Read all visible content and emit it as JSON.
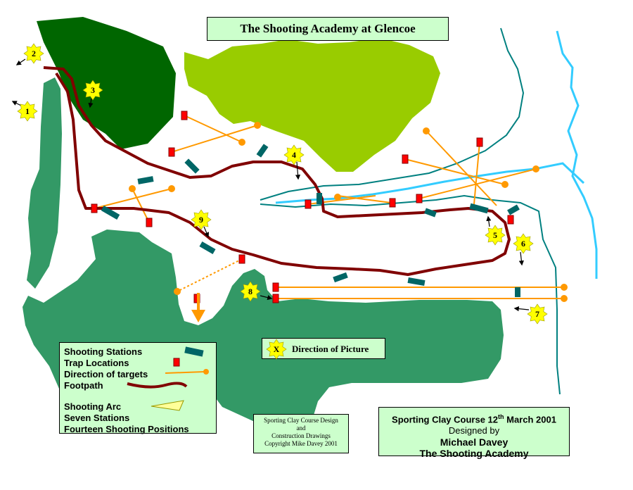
{
  "map": {
    "title": "The Shooting Academy at Glencoe",
    "colors": {
      "dark_woodland": "#006600",
      "woodland": "#339966",
      "light_woodland": "#99cc00",
      "footpath": "#800000",
      "targets": "#ff9900",
      "stream": "#33ccff",
      "river_teal": "#008080",
      "shooting_station": "#006666",
      "trap": "#ff0000",
      "panel": "#ccffcc",
      "station_star": "#ffff00"
    },
    "stations": [
      {
        "label": "1",
        "icon": "yellow-star-icon"
      },
      {
        "label": "2",
        "icon": "yellow-star-icon"
      },
      {
        "label": "3",
        "icon": "yellow-star-icon"
      },
      {
        "label": "4",
        "icon": "yellow-star-icon"
      },
      {
        "label": "5",
        "icon": "yellow-star-icon"
      },
      {
        "label": "6",
        "icon": "yellow-star-icon"
      },
      {
        "label": "7",
        "icon": "yellow-star-icon"
      },
      {
        "label": "8",
        "icon": "yellow-star-icon"
      },
      {
        "label": "9",
        "icon": "yellow-star-icon"
      }
    ],
    "legend": {
      "shooting_stations": "Shooting Stations",
      "trap_locations": "Trap Locations",
      "direction_of_targets": "Direction of targets",
      "footpath": "Footpath",
      "shooting_arc": "Shooting Arc",
      "seven_stations": "Seven Stations",
      "fourteen_positions": "Fourteen Shooting Positions"
    },
    "picture_direction": {
      "marker": "X",
      "label": "Direction of Picture",
      "icon": "orange-arrow-icon"
    },
    "credits": {
      "line1": "Sporting Clay Course Design",
      "line2": "and",
      "line3": "Construction Drawings",
      "line4": "Copyright  Mike Davey 2001"
    },
    "course_info": {
      "line1_prefix": "Sporting Clay Course  12",
      "line1_sup": "th",
      "line1_suffix": " March 2001",
      "line2": "Designed by",
      "line3": "Michael Davey",
      "line4": "The Shooting Academy"
    }
  }
}
